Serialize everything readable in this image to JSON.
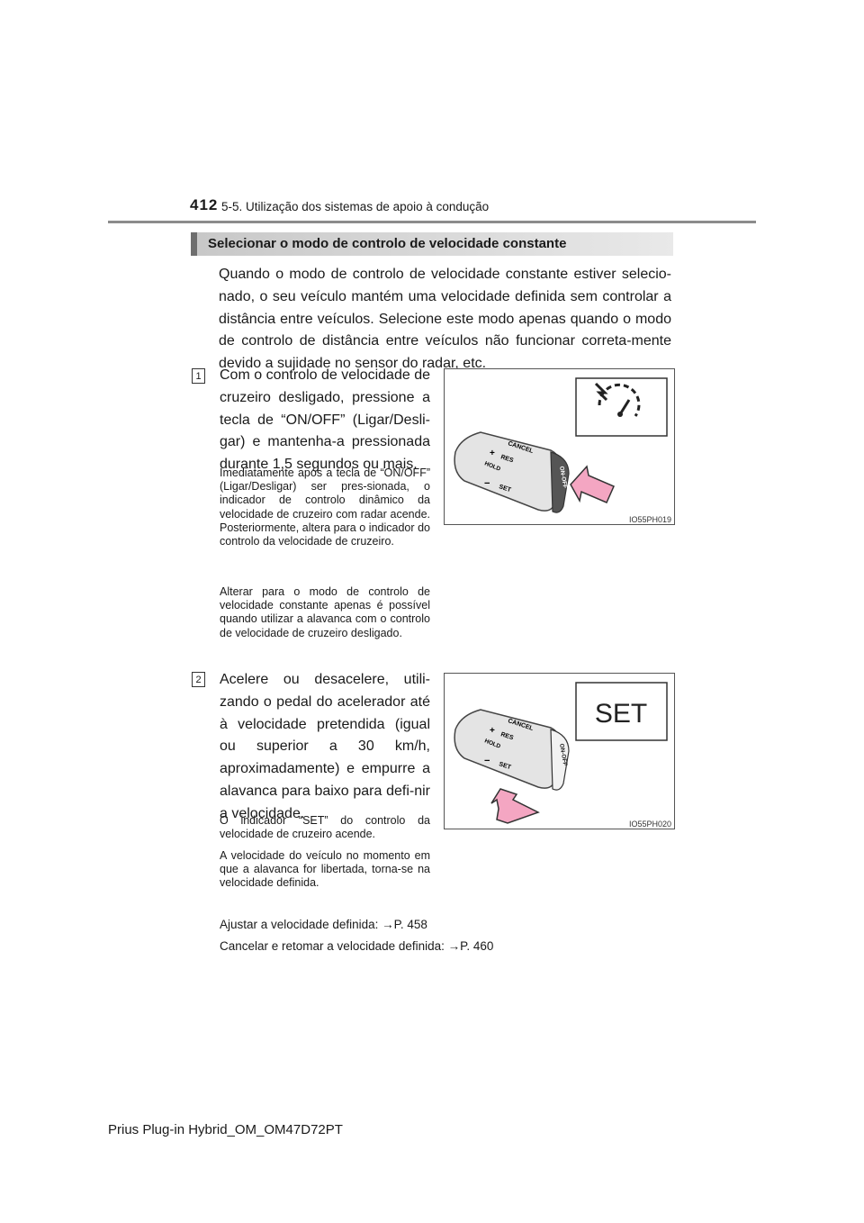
{
  "header": {
    "page_number": "412",
    "chapter": "5-5. Utilização dos sistemas de apoio à condução"
  },
  "section": {
    "title": "Selecionar o modo de controlo de velocidade constante",
    "intro": "Quando o modo de controlo de velocidade constante estiver selecio-nado, o seu veículo mantém uma velocidade definida sem controlar a distância entre veículos. Selecione este modo apenas quando o modo de controlo de distância entre veículos não funcionar correta-mente devido a sujidade no sensor do radar, etc."
  },
  "steps": [
    {
      "number": "1",
      "main": "Com o controlo de velocidade de cruzeiro desligado, pressione a tecla de “ON/OFF” (Ligar/Desli-gar) e mantenha-a pressionada durante 1,5 segundos ou mais.",
      "notes": [
        "Imediatamente após a tecla de “ON/OFF” (Ligar/Desligar) ser pres-sionada, o indicador de controlo dinâmico da velocidade de cruzeiro com radar acende. Posteriormente, altera para o indicador do controlo da velocidade de cruzeiro.",
        "Alterar para o modo de controlo de velocidade constante apenas é possível quando utilizar a alavanca com o controlo de velocidade de cruzeiro desligado."
      ],
      "figure_code": "IO55PH019"
    },
    {
      "number": "2",
      "main": "Acelere ou desacelere, utili-zando o pedal do acelerador até à velocidade pretendida (igual ou superior a 30 km/h, aproximadamente) e empurre a alavanca para baixo para defi-nir a velocidade.",
      "notes": [
        "O indicador “SET” do controlo da velocidade de cruzeiro acende.",
        "A velocidade do veículo no momento em que a alavanca for libertada, torna-se na velocidade definida."
      ],
      "figure_code": "IO55PH020",
      "display_text": "SET"
    }
  ],
  "lever_labels": {
    "cancel": "CANCEL",
    "res": "RES",
    "hold": "HOLD",
    "set": "SET",
    "onoff": "ON-OFF",
    "plus": "+",
    "minus": "−"
  },
  "crossrefs": [
    "Ajustar a velocidade definida: →P. 458",
    "Cancelar e retomar a velocidade definida: →P. 460"
  ],
  "footer": {
    "document": "Prius Plug-in Hybrid_OM_OM47D72PT"
  },
  "colors": {
    "arrow_fill": "#f4a6c2",
    "arrow_stroke": "#333333",
    "header_bar": "#d4d4d4",
    "header_accent": "#6e6e6e"
  },
  "icons": {
    "speedometer": "speedometer-icon",
    "press_arrow": "press-arrow-icon",
    "down_arrow": "push-down-arrow-icon"
  }
}
